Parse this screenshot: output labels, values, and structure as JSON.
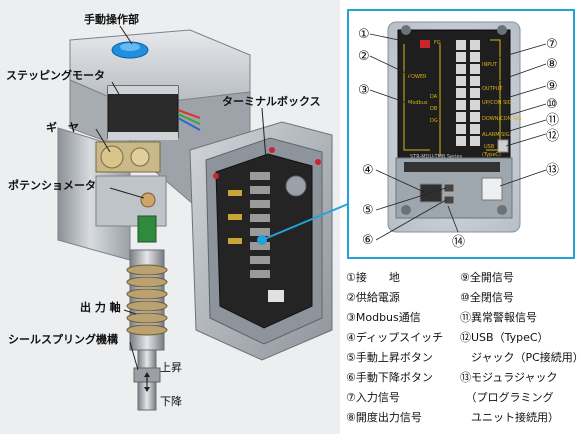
{
  "left_labels": {
    "manual_op": "手動操作部",
    "stepping_motor": "ステッピングモータ",
    "gear": "ギ　ヤ",
    "potentiometer": "ポテンショメータ",
    "terminal_box": "ターミナルボックス",
    "output_shaft": "出 力 軸",
    "seal_spring": "シールスプリング機構",
    "up": "上昇",
    "down": "下降"
  },
  "callouts": [
    "①",
    "②",
    "③",
    "④",
    "⑤",
    "⑥",
    "⑦",
    "⑧",
    "⑨",
    "⑩",
    "⑪",
    "⑫",
    "⑬",
    "⑭"
  ],
  "board_text": {
    "fg": "FG",
    "power": "POWER",
    "modbus": "Modbus",
    "da": "DA",
    "db": "DB",
    "dg": "DG",
    "input": "INPUT",
    "output": "OUTPUT",
    "up_con": "UP/CON SIG.",
    "down_con": "DOWN/CON SIG.",
    "alarm": "ALARM SIG.",
    "usb": "USB",
    "typec": "(TypeC)",
    "model": "STR-MDU-TMB Series"
  },
  "legend_left": [
    "①接　　地",
    "②供給電源",
    "③Modbus通信",
    "④ディップスイッチ",
    "⑤手動上昇ボタン",
    "⑥手動下降ボタン",
    "⑦入力信号",
    "⑧開度出力信号"
  ],
  "legend_right": [
    "⑨全開信号",
    "⑩全閉信号",
    "⑪異常警報信号",
    "⑫USB（TypeC）",
    "　ジャック（PC接続用）",
    "⑬モジュラジャック",
    "　（プログラミング",
    "　ユニット接続用）"
  ],
  "colors": {
    "panel_border": "#22a3d8",
    "panel_bg": "#ccd3db",
    "pcb": "#222222",
    "housing": "#b9bec4",
    "knob": "#1f8fe0"
  }
}
